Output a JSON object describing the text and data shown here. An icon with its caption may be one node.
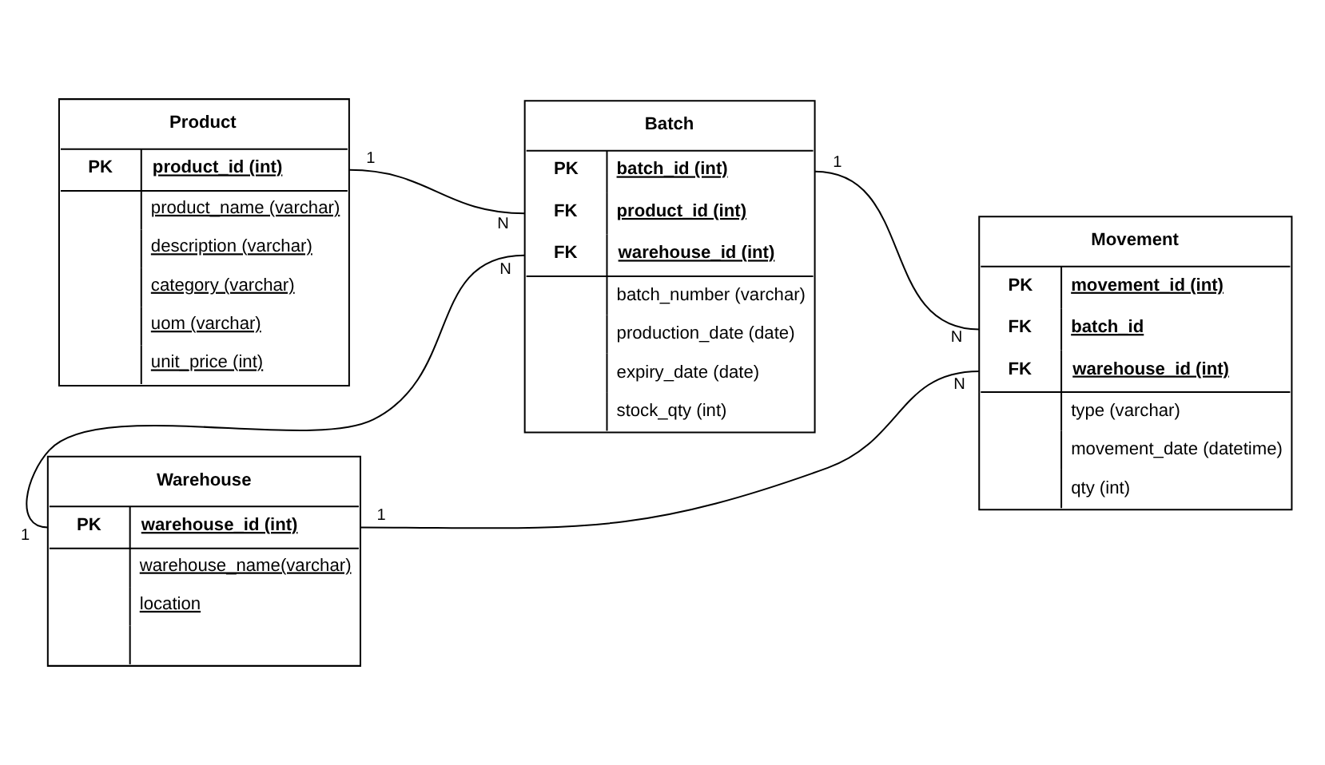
{
  "diagram": {
    "nodes": [
      {
        "text": [
          "Product",
          "PK",
          "product_id (int)",
          "product_name (varchar)",
          "description (varchar)",
          "category (varchar)",
          "uom (varchar)",
          "unit_price (int)"
        ]
      },
      {
        "text": [
          "Batch",
          "PK",
          "batch_id (int)",
          "FK",
          "product_id (int)",
          "FK",
          "warehouse_id (int)",
          "batch_number (varchar)",
          "production_date (date)",
          "expiry_date (date)",
          "stock_qty (int)"
        ]
      },
      {
        "text": [
          "Movement",
          "PK",
          "movement_id (int)",
          "FK",
          "batch_id",
          "FK",
          "warehouse_id (int)",
          "type (varchar)",
          "movement_date (datetime)",
          "qty (int)"
        ]
      },
      {
        "text": [
          "Warehouse",
          "PK",
          "warehouse_id (int)",
          "warehouse_name(varchar)",
          "location"
        ]
      }
    ],
    "edges": [
      {
        "from": 0,
        "to": 1,
        "arrow": "none"
      },
      {
        "from": 1,
        "to": 2,
        "arrow": "none"
      },
      {
        "from": 3,
        "to": 1,
        "arrow": "none"
      },
      {
        "from": 3,
        "to": 2,
        "arrow": "none"
      }
    ],
    "labels": [
      "1",
      "N",
      "1",
      "N",
      "1",
      "N",
      "1",
      "N"
    ]
  }
}
